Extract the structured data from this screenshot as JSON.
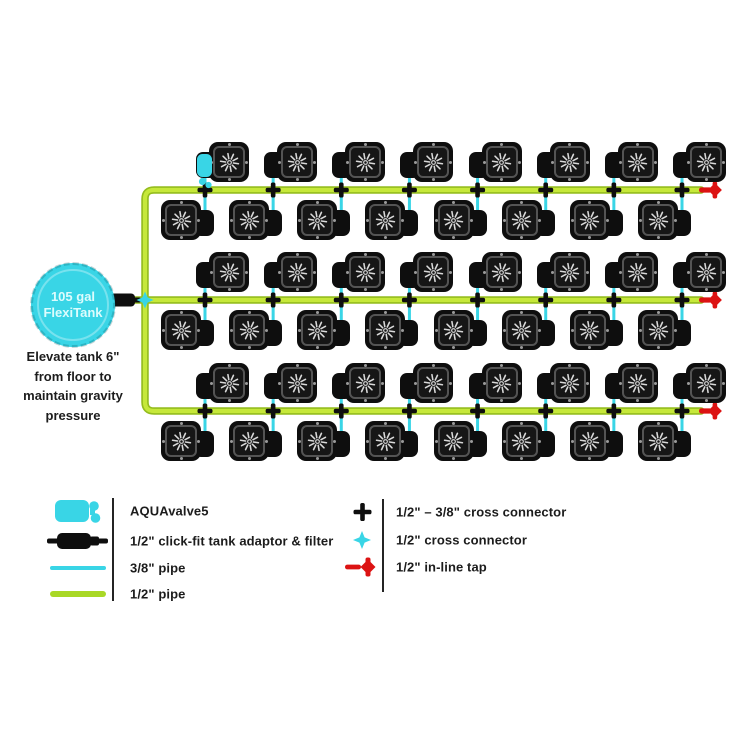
{
  "colors": {
    "cyan": "#39d5e6",
    "green": "#a9d826",
    "green-bright": "#c6e83a",
    "green-edge": "#94bc1e",
    "red": "#dc1313",
    "ink": "#0e0e0e",
    "pot-inner": "#161616",
    "pot-frame": "#545454",
    "star": "#d9d9d9",
    "text": "#1c1c1c"
  },
  "tank": {
    "line1": "105 gal",
    "line2": "FlexiTank",
    "note_lines": [
      "Elevate tank 6\"",
      "from floor to",
      "maintain gravity",
      "pressure"
    ]
  },
  "system": {
    "columns": 8,
    "pot_rows": 6,
    "pots_total": 48,
    "green_pipe_runs": 3,
    "inline_taps": 3,
    "cross_connectors_black": 24,
    "cross_connectors_cyan": 1
  },
  "legend": {
    "left": [
      {
        "icon": "aquavalve-icon",
        "label": "AQUAvalve5"
      },
      {
        "icon": "tank-adaptor-icon",
        "label": "1/2\" click-fit tank adaptor & filter"
      },
      {
        "icon": "pipe-38-icon",
        "label": "3/8\" pipe"
      },
      {
        "icon": "pipe-12-icon",
        "label": "1/2\" pipe"
      }
    ],
    "right": [
      {
        "icon": "cross-connector-black-icon",
        "label": "1/2\" –  3/8\" cross connector"
      },
      {
        "icon": "cross-connector-cyan-icon",
        "label": "1/2\" cross connector"
      },
      {
        "icon": "inline-tap-icon",
        "label": "1/2\" in-line tap"
      }
    ]
  }
}
